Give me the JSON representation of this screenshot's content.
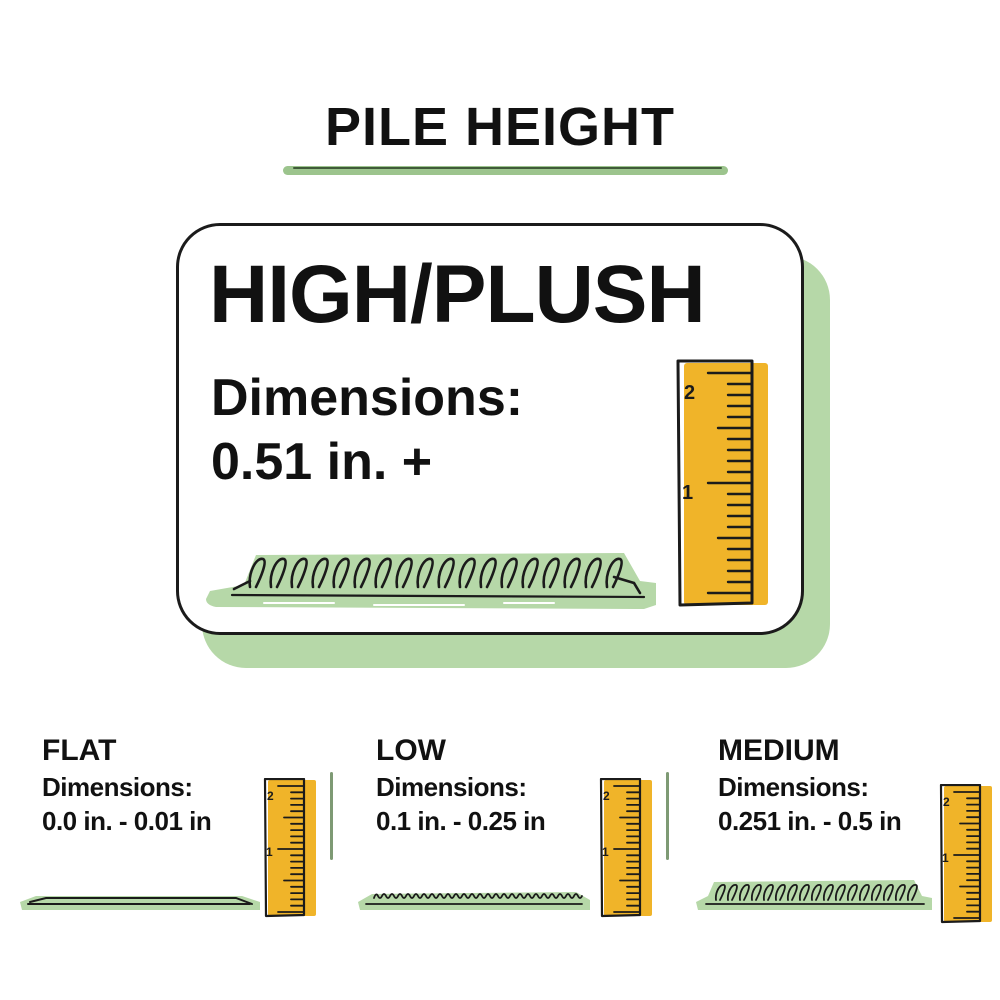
{
  "title": "PILE HEIGHT",
  "colors": {
    "accent_green": "#b6d8a8",
    "ruler_yellow": "#f0b429",
    "outline": "#1b1b1b"
  },
  "main_card": {
    "category": "HIGH/PLUSH",
    "dimensions_label": "Dimensions:",
    "dimensions_value": "0.51 in. +",
    "ruler_labels": [
      "2",
      "1"
    ],
    "icons": [
      "ruler-icon",
      "carpet-pile-icon"
    ]
  },
  "panels": [
    {
      "category": "FLAT",
      "dimensions_label": "Dimensions:",
      "dimensions_value": "0.0 in. - 0.01 in",
      "ruler_labels": [
        "2",
        "1"
      ]
    },
    {
      "category": "LOW",
      "dimensions_label": "Dimensions:",
      "dimensions_value": "0.1 in. - 0.25 in",
      "ruler_labels": [
        "2",
        "1"
      ]
    },
    {
      "category": "MEDIUM",
      "dimensions_label": "Dimensions:",
      "dimensions_value": "0.251 in. - 0.5 in",
      "ruler_labels": [
        "2",
        "1"
      ]
    }
  ]
}
